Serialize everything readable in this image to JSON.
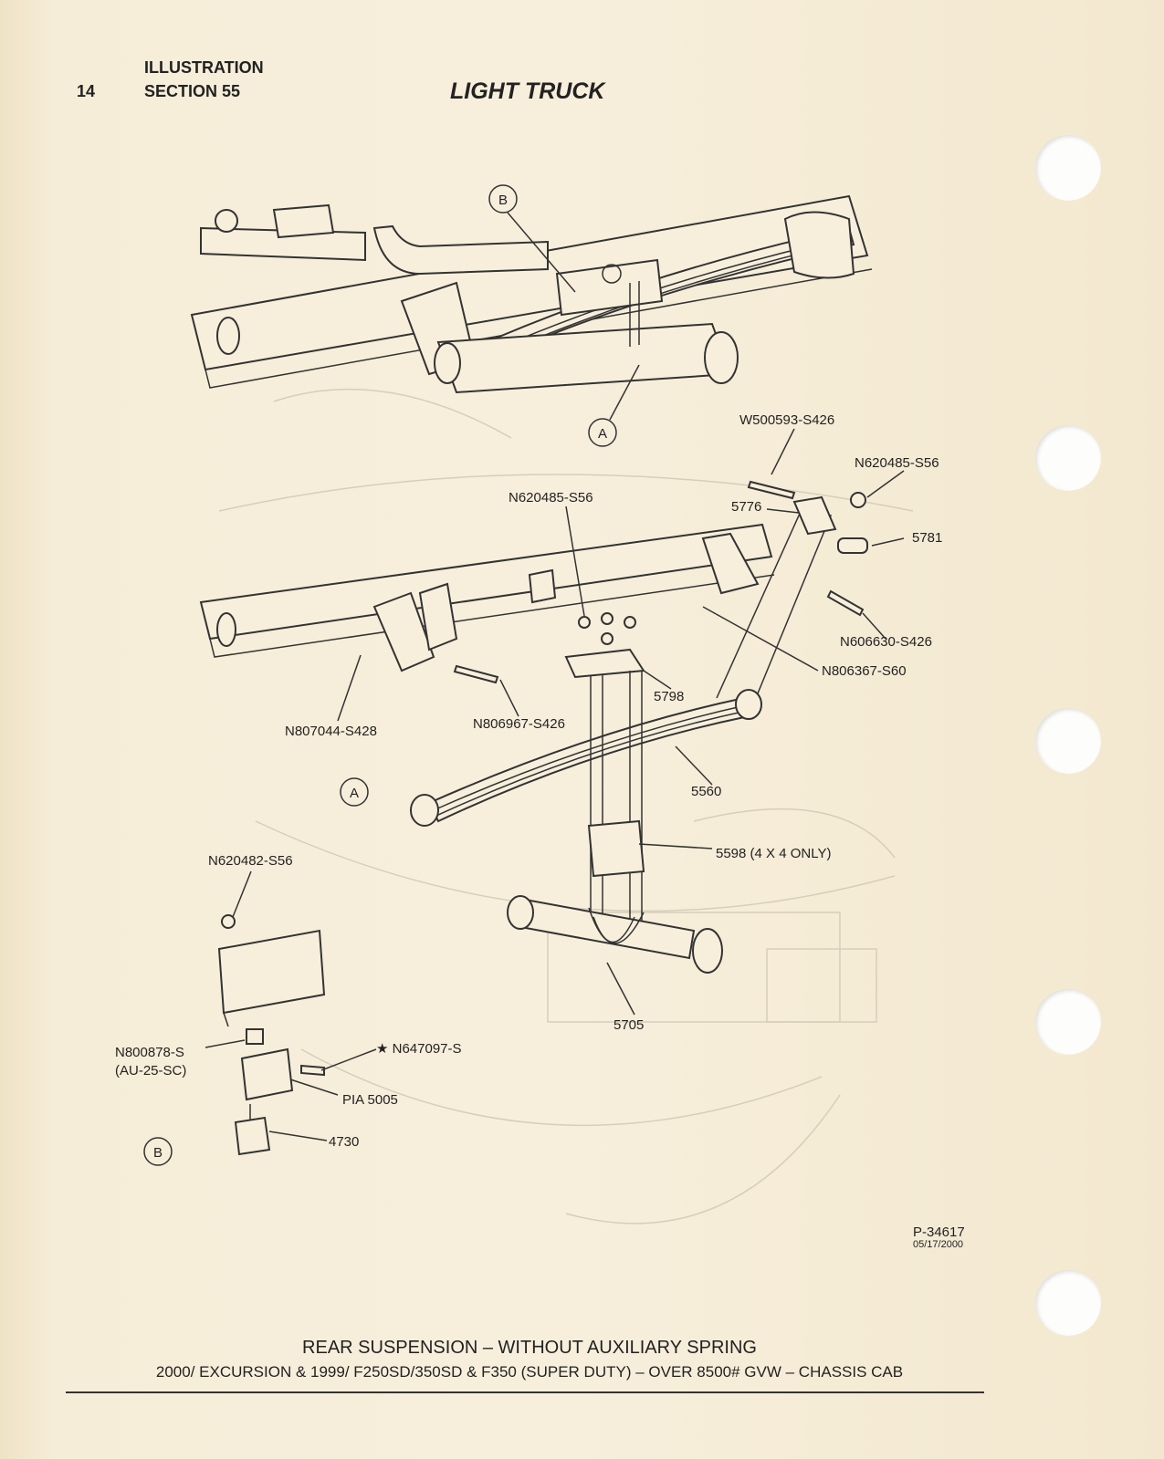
{
  "header": {
    "page_number": "14",
    "illustration": "ILLUSTRATION",
    "section": "SECTION 55",
    "title": "LIGHT TRUCK"
  },
  "callouts": {
    "a_top": "A",
    "b_top": "B",
    "a_mid": "A",
    "b_low": "B"
  },
  "labels": {
    "w500593": "W500593-S426",
    "n620485_right": "N620485-S56",
    "n620485_mid": "N620485-S56",
    "p5776": "5776",
    "p5781": "5781",
    "n606630": "N606630-S426",
    "n806367": "N806367-S60",
    "p5798": "5798",
    "n807044": "N807044-S428",
    "n806967": "N806967-S426",
    "p5560": "5560",
    "p5598": "5598 (4 X 4 ONLY)",
    "n620482": "N620482-S56",
    "p5705": "5705",
    "n800878": "N800878-S",
    "n800878_sub": "(AU-25-SC)",
    "n647097": "★ N647097-S",
    "pia5005": "PIA 5005",
    "p4730": "4730"
  },
  "reference": {
    "drawing_id": "P-34617",
    "date": "05/17/2000"
  },
  "footer": {
    "line1": "REAR SUSPENSION – WITHOUT AUXILIARY SPRING",
    "line2": "2000/ EXCURSION & 1999/ F250SD/350SD & F350 (SUPER DUTY) – OVER 8500# GVW – CHASSIS CAB"
  },
  "colors": {
    "paper": "#f4ead3",
    "ink": "#222222",
    "bleed_through": "#c8c0ad"
  }
}
